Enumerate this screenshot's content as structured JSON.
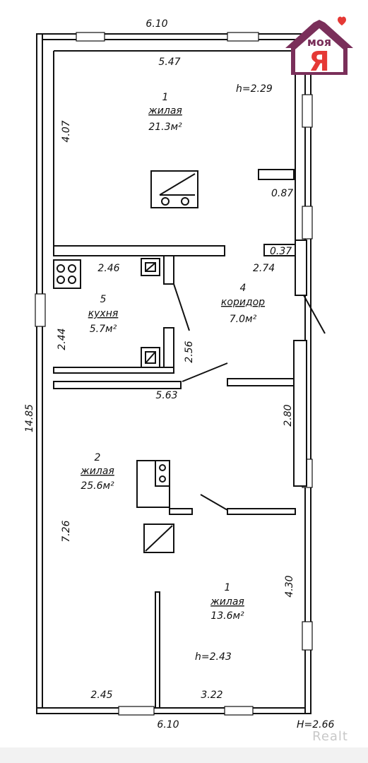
{
  "logo": {
    "top_text": "моя",
    "bottom_text": "Я",
    "colors": {
      "house": "#7a2f5a",
      "accent": "#e53935"
    }
  },
  "watermark": "Realt",
  "rooms": [
    {
      "number": "1",
      "name": "жилая",
      "area": "21.3м²"
    },
    {
      "number": "5",
      "name": "кухня",
      "area": "5.7м²"
    },
    {
      "number": "4",
      "name": "коридор",
      "area": "7.0м²"
    },
    {
      "number": "2",
      "name": "жилая",
      "area": "25.6м²"
    },
    {
      "number": "1",
      "name": "жилая",
      "area": "13.6м²"
    }
  ],
  "heights": {
    "upper": "h=2.29",
    "lower": "h=2.43",
    "total": "H=2.66"
  },
  "dimensions": {
    "top_outer": "6.10",
    "top_inner": "5.47",
    "room1_left": "4.07",
    "bay": "0.87",
    "nook": "0.37",
    "corridor_width": "2.74",
    "kitchen_width": "2.46",
    "kitchen_height": "2.44",
    "partition": "2.56",
    "middle_wall": "5.63",
    "overall_length": "14.85",
    "right_upper": "2.80",
    "room2_left": "7.26",
    "right_lower": "4.30",
    "bottom_left": "2.45",
    "bottom_right": "3.22",
    "bottom_outer": "6.10"
  }
}
